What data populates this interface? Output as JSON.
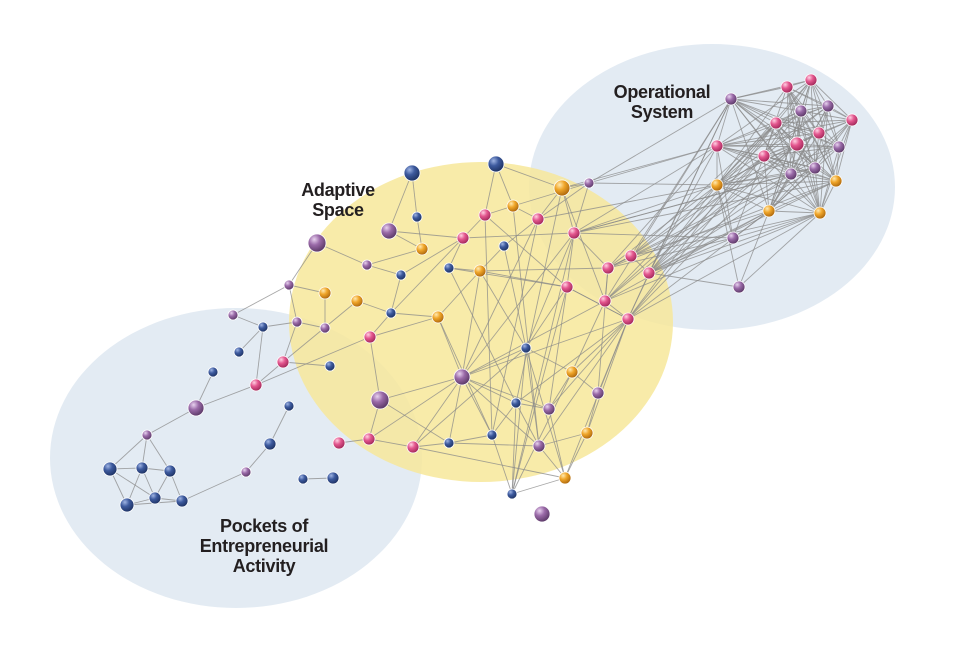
{
  "regions": {
    "operational": {
      "line1": "Operational",
      "line2": "System"
    },
    "adaptive": {
      "line1": "Adaptive",
      "line2": "Space"
    },
    "pockets": {
      "line1": "Pockets of",
      "line2": "Entrepreneurial",
      "line3": "Activity"
    }
  },
  "colors": {
    "background": "#ffffff",
    "region_blue": "#e3ebf3",
    "region_yellow": "#f7e79a",
    "edge": "#8a8a8a",
    "node_blue": "#3d5a9e",
    "node_pink": "#e4578f",
    "node_purple": "#9a6aa8",
    "node_orange": "#f0a62a"
  }
}
